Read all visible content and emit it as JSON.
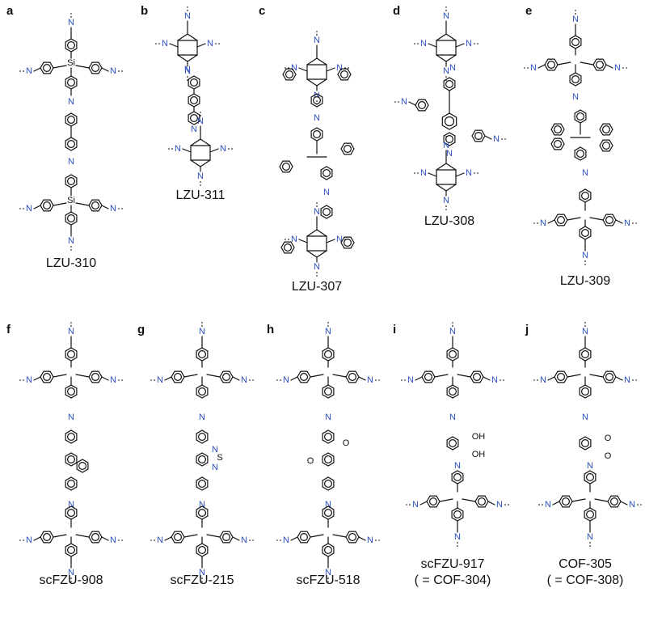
{
  "panels": [
    {
      "letter": "a",
      "label": "LZU-310",
      "label2": ""
    },
    {
      "letter": "b",
      "label": "LZU-311",
      "label2": ""
    },
    {
      "letter": "c",
      "label": "LZU-307",
      "label2": ""
    },
    {
      "letter": "d",
      "label": "LZU-308",
      "label2": ""
    },
    {
      "letter": "e",
      "label": "LZU-309",
      "label2": ""
    },
    {
      "letter": "f",
      "label": "scFZU-908",
      "label2": ""
    },
    {
      "letter": "g",
      "label": "scFZU-215",
      "label2": ""
    },
    {
      "letter": "h",
      "label": "scFZU-518",
      "label2": ""
    },
    {
      "letter": "i",
      "label": "scFZU-917",
      "label2": "( = COF-304)"
    },
    {
      "letter": "j",
      "label": "COF-305",
      "label2": "( = COF-308)"
    }
  ],
  "atoms": {
    "nitrogen": "N",
    "silicon": "Si",
    "sulfur": "S",
    "hydroxyl": "OH",
    "methoxy_o": "O"
  },
  "colors": {
    "nitrogen": "#2b4ec2",
    "bond": "#111111"
  }
}
